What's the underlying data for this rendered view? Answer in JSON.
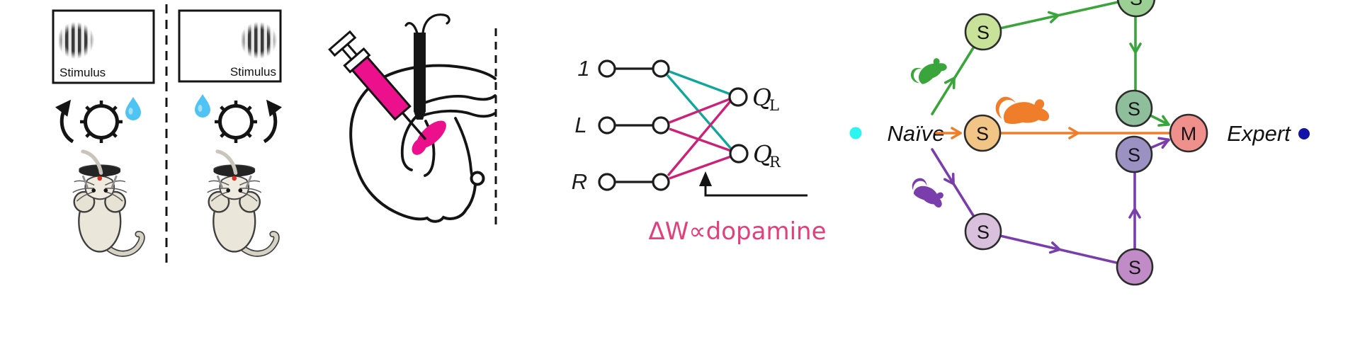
{
  "figure": {
    "task_panel": {
      "left_trial": {
        "stimulus_label": "Stimulus"
      },
      "right_trial": {
        "stimulus_label": "Stimulus"
      }
    },
    "network_panel": {
      "input_labels": [
        "1",
        "L",
        "R"
      ],
      "output_labels": [
        {
          "symbol": "Q",
          "subscript": "L"
        },
        {
          "symbol": "Q",
          "subscript": "R"
        }
      ],
      "rule_text": "ΔW∝dopamine"
    },
    "trajectory_panel": {
      "start_label": "Naïve",
      "end_label": "Expert",
      "state_letter": "S",
      "merge_letter": "M"
    }
  },
  "colors": {
    "ink": "#141414",
    "magenta": "#EC108C",
    "teal": "#0FA79B",
    "net_pink": "#CB2277",
    "rule_pink": "#E2407D",
    "green": "#3AA53A",
    "orange": "#EF7D2A",
    "purple": "#7A3EAC",
    "cyan_dot": "#2BF4F1",
    "navy_dot": "#1312A9",
    "node_green_light": "#C8E29A",
    "node_green_mid": "#9CCF93",
    "node_green_sea": "#8FBE9C",
    "node_orange": "#F2C586",
    "node_slate": "#9B91C3",
    "node_lavender": "#D9C0DC",
    "node_orchid": "#C08BC6",
    "node_merge": "#F0908D",
    "drop": "#4FC3F4",
    "mouse_body": "#EAE6DA"
  }
}
